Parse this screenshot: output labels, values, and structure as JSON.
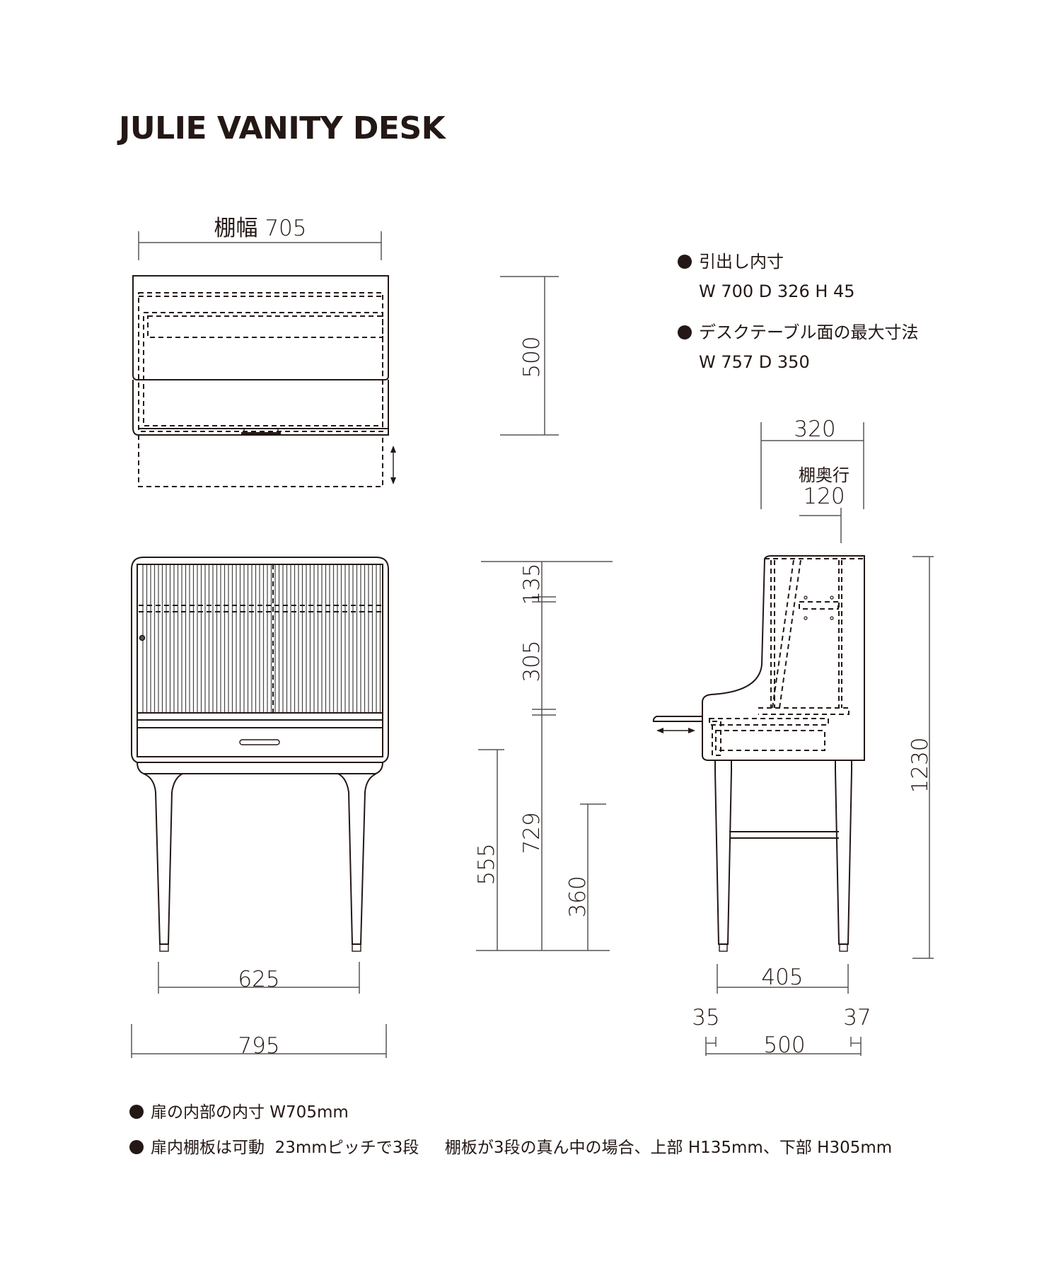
{
  "title": "JULIE VANITY DESK",
  "top_view": {
    "shelf_width_label": "棚幅 705",
    "depth_label": "500"
  },
  "specs": [
    {
      "heading": "引出し内寸",
      "value": "W 700  D 326  H 45"
    },
    {
      "heading": "デスクテーブル面の最大寸法",
      "value": "W 757  D 350"
    }
  ],
  "front_view": {
    "leg_span": "625",
    "overall_width": "795"
  },
  "height_dims": {
    "upper_shelf": "135",
    "lower_shelf": "305",
    "desk_height": "729",
    "leg_clearance": "555",
    "stretcher_height": "360"
  },
  "side_view": {
    "top_depth": "320",
    "shelf_depth_label": "棚奥行",
    "shelf_depth": "120",
    "overall_height": "1230",
    "leg_span": "405",
    "front_offset": "35",
    "back_offset": "37",
    "overall_depth": "500"
  },
  "notes": [
    "扉の内部の内寸  W705mm",
    "扉内棚板は可動  23mmピッチで3段     棚板が3段の真ん中の場合、上部 H135mm、下部 H305mm"
  ],
  "bullet_glyph": "●"
}
